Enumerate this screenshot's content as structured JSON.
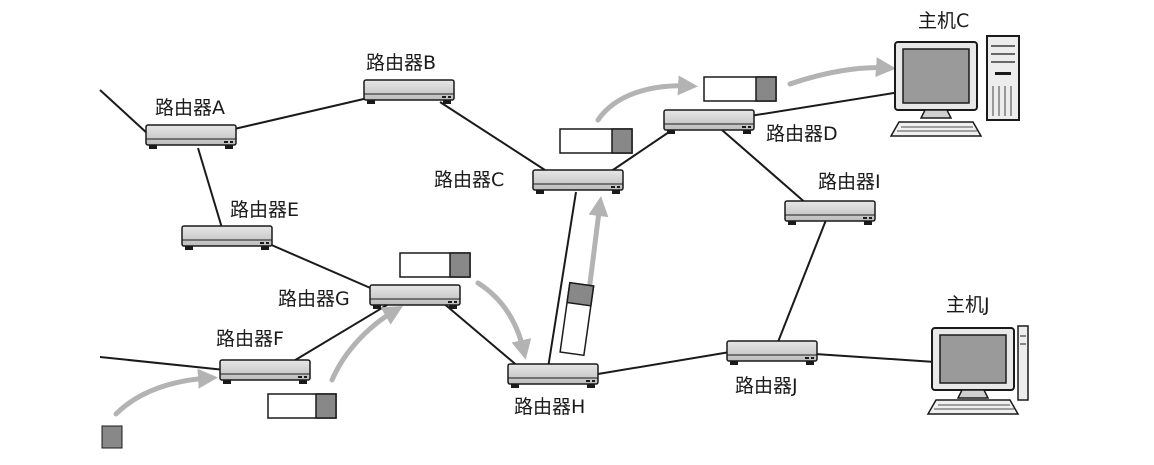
{
  "diagram": {
    "routers": [
      {
        "id": "A",
        "label": "路由器A"
      },
      {
        "id": "B",
        "label": "路由器B"
      },
      {
        "id": "C",
        "label": "路由器C"
      },
      {
        "id": "D",
        "label": "路由器D"
      },
      {
        "id": "E",
        "label": "路由器E"
      },
      {
        "id": "F",
        "label": "路由器F"
      },
      {
        "id": "G",
        "label": "路由器G"
      },
      {
        "id": "H",
        "label": "路由器H"
      },
      {
        "id": "I",
        "label": "路由器I"
      },
      {
        "id": "J",
        "label": "路由器J"
      }
    ],
    "hosts": [
      {
        "id": "C",
        "label": "主机C"
      },
      {
        "id": "J",
        "label": "主机J"
      }
    ],
    "links": [
      [
        "A",
        "B"
      ],
      [
        "A",
        "E"
      ],
      [
        "B",
        "C"
      ],
      [
        "C",
        "D"
      ],
      [
        "C",
        "H"
      ],
      [
        "D",
        "I"
      ],
      [
        "D",
        "hostC"
      ],
      [
        "E",
        "G"
      ],
      [
        "F",
        "G"
      ],
      [
        "G",
        "H"
      ],
      [
        "H",
        "J"
      ],
      [
        "I",
        "J"
      ],
      [
        "J",
        "hostJ"
      ]
    ],
    "packet_path": [
      "F",
      "G",
      "H",
      "C",
      "D",
      "hostC"
    ],
    "colors": {
      "line": "#1a1a1a",
      "router_body": "#c9c9c9",
      "arrow": "#b3b3b3",
      "packet_header": "#888888"
    }
  }
}
